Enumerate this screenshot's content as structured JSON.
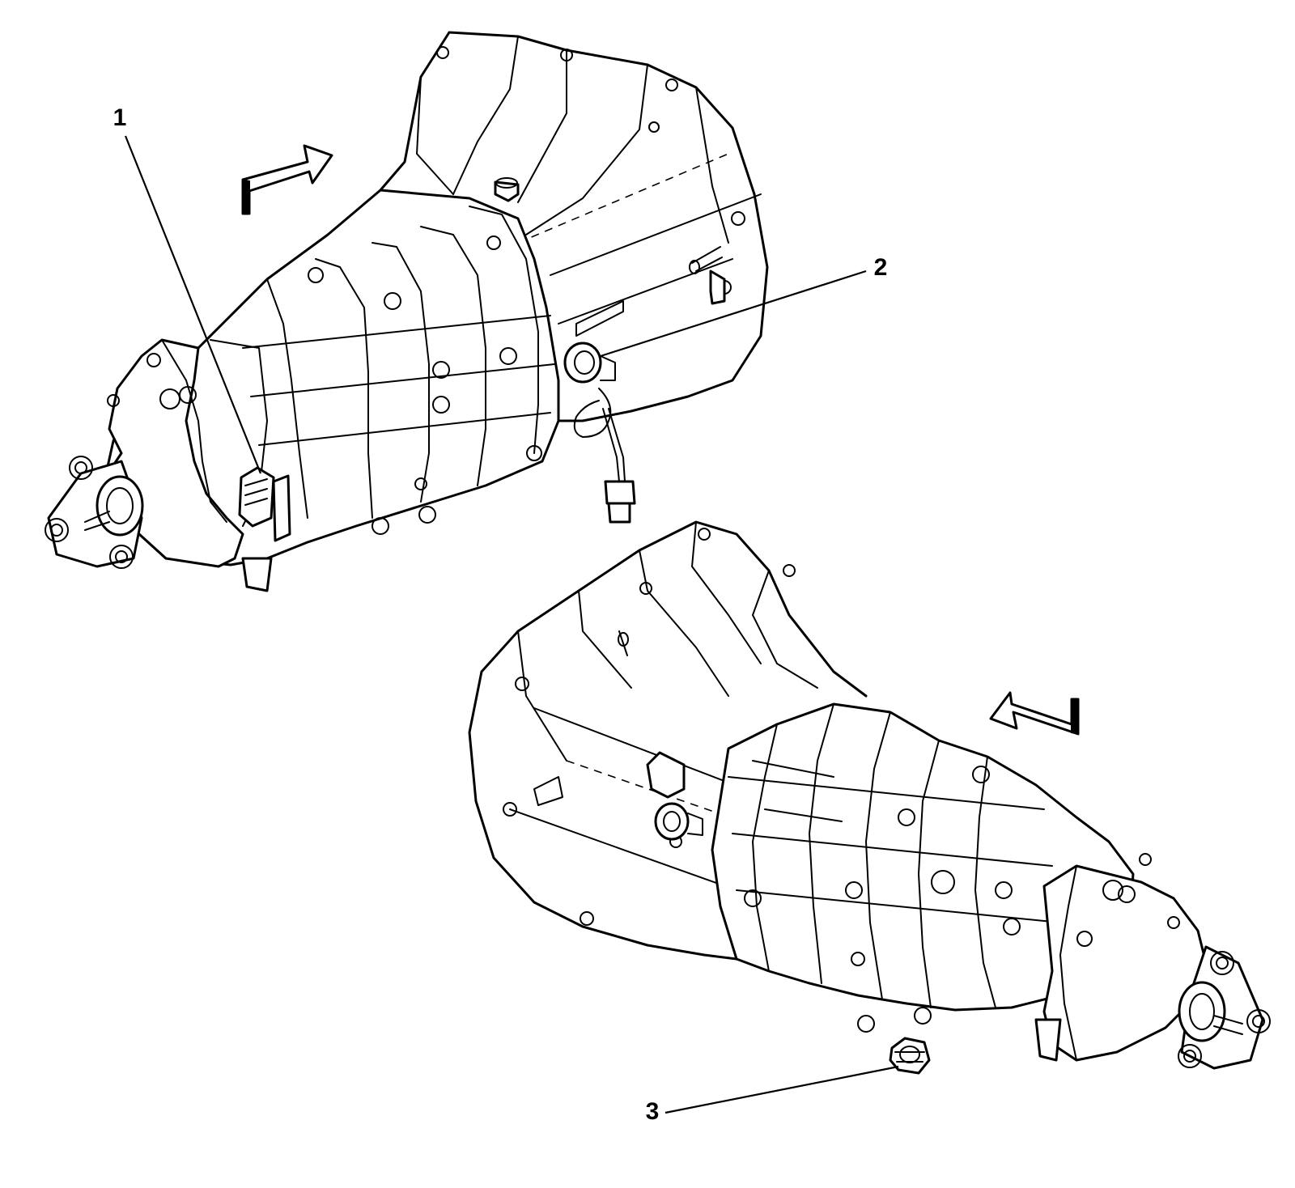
{
  "callouts": {
    "c1": "1",
    "c2": "2",
    "c3": "3"
  },
  "icons": {
    "arrow_top": "direction-arrow-icon",
    "arrow_bottom": "direction-arrow-icon"
  }
}
